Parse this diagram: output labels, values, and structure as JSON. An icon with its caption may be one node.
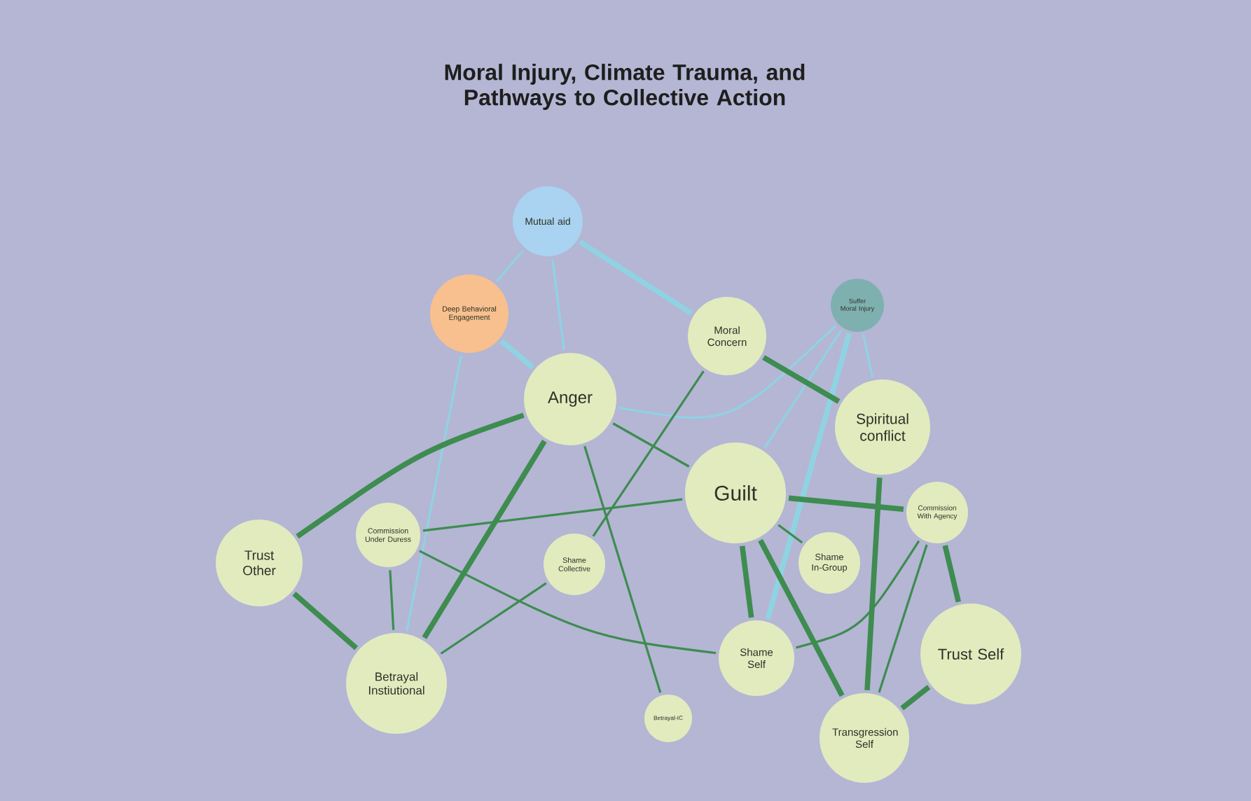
{
  "diagram": {
    "title": "Moral Injury, Climate Trauma, and Pathways to Collective Action",
    "nodes": [
      {
        "text": [
          "Mutual aid"
        ]
      },
      {
        "text": [
          "Deep Behavioral Engagement"
        ]
      },
      {
        "text": [
          "Moral Concern"
        ]
      },
      {
        "text": [
          "Suffer Moral Injury"
        ]
      },
      {
        "text": [
          "Anger"
        ]
      },
      {
        "text": [
          "Spiritual conflict"
        ]
      },
      {
        "text": [
          "Guilt"
        ]
      },
      {
        "text": [
          "Commission Under Duress"
        ]
      },
      {
        "text": [
          "Commission With Agency"
        ]
      },
      {
        "text": [
          "Trust Other"
        ]
      },
      {
        "text": [
          "Shame Collective"
        ]
      },
      {
        "text": [
          "Shame In-Group"
        ]
      },
      {
        "text": [
          "Trust Self"
        ]
      },
      {
        "text": [
          "Betrayal Instiutional"
        ]
      },
      {
        "text": [
          "Shame Self"
        ]
      },
      {
        "text": [
          "Betrayal-IC"
        ]
      },
      {
        "text": [
          "Transgression Self"
        ]
      }
    ],
    "edges": [
      {
        "from": 0,
        "to": 1,
        "arrow": "none",
        "color": "#8fd3e3"
      },
      {
        "from": 0,
        "to": 4,
        "arrow": "none",
        "color": "#8fd3e3"
      },
      {
        "from": 0,
        "to": 2,
        "arrow": "none",
        "color": "#8fd3e3",
        "style": "thick"
      },
      {
        "from": 1,
        "to": 4,
        "arrow": "none",
        "color": "#8fd3e3",
        "style": "thick"
      },
      {
        "from": 1,
        "to": 13,
        "arrow": "none",
        "color": "#8fd3e3"
      },
      {
        "from": 3,
        "to": 4,
        "arrow": "none",
        "color": "#8fd3e3"
      },
      {
        "from": 3,
        "to": 6,
        "arrow": "none",
        "color": "#8fd3e3"
      },
      {
        "from": 3,
        "to": 14,
        "arrow": "none",
        "color": "#8fd3e3",
        "style": "thick"
      },
      {
        "from": 3,
        "to": 5,
        "arrow": "none",
        "color": "#8fd3e3"
      },
      {
        "from": 2,
        "to": 5,
        "arrow": "none",
        "style": "thick"
      },
      {
        "from": 2,
        "to": 10,
        "arrow": "none"
      },
      {
        "from": 4,
        "to": 9,
        "arrow": "none",
        "style": "thick"
      },
      {
        "from": 4,
        "to": 13,
        "arrow": "none",
        "style": "thick"
      },
      {
        "from": 4,
        "to": 6,
        "arrow": "none"
      },
      {
        "from": 4,
        "to": 15,
        "arrow": "none"
      },
      {
        "from": 6,
        "to": 7,
        "arrow": "none"
      },
      {
        "from": 6,
        "to": 8,
        "arrow": "none",
        "style": "thick"
      },
      {
        "from": 6,
        "to": 14,
        "arrow": "none",
        "style": "thick"
      },
      {
        "from": 6,
        "to": 16,
        "arrow": "none",
        "style": "thick"
      },
      {
        "from": 6,
        "to": 11,
        "arrow": "none"
      },
      {
        "from": 5,
        "to": 16,
        "arrow": "none",
        "style": "thick"
      },
      {
        "from": 8,
        "to": 14,
        "arrow": "none"
      },
      {
        "from": 8,
        "to": 16,
        "arrow": "none"
      },
      {
        "from": 8,
        "to": 12,
        "arrow": "none",
        "style": "thick"
      },
      {
        "from": 12,
        "to": 16,
        "arrow": "none",
        "style": "thick"
      },
      {
        "from": 9,
        "to": 13,
        "arrow": "none",
        "style": "thick"
      },
      {
        "from": 7,
        "to": 13,
        "arrow": "none"
      },
      {
        "from": 7,
        "to": 14,
        "arrow": "none"
      },
      {
        "from": 10,
        "to": 13,
        "arrow": "none"
      }
    ]
  }
}
